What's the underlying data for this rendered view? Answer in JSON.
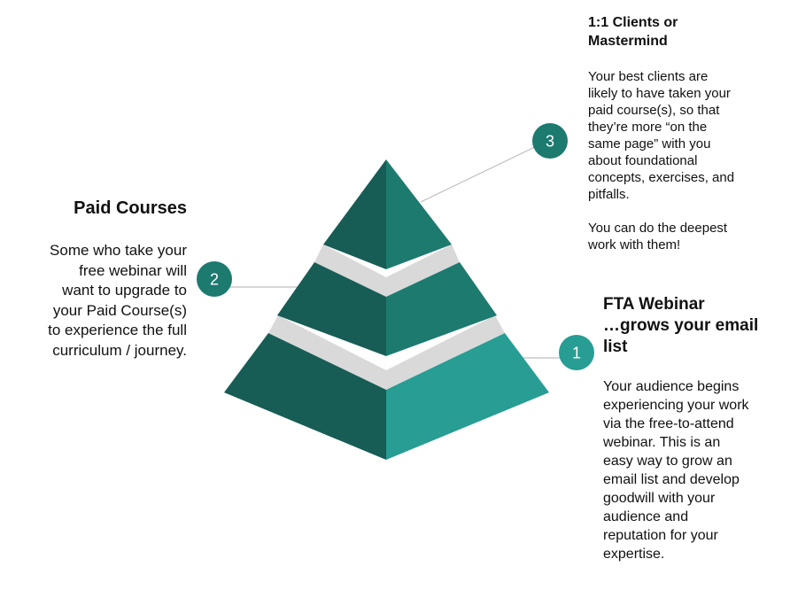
{
  "diagram": {
    "colors": {
      "tier_dark": "#175d55",
      "tier_mid": "#1d7a6f",
      "tier_light": "#279d93",
      "separator": "#d9d9d9",
      "connector": "#bdbdbd",
      "badge": "#1c7a6f"
    },
    "badges": [
      "1",
      "2",
      "3"
    ]
  },
  "tiers": {
    "top": {
      "title": "1:1 Clients or\nMastermind",
      "body": "Your best clients are\nlikely to have taken your\npaid course(s), so that\nthey’re more “on the\nsame page” with you\nabout foundational\nconcepts, exercises, and\npitfalls.\n\nYou can do the deepest\nwork with them!"
    },
    "middle": {
      "title": "Paid Courses",
      "body": "Some who take your\nfree webinar will\nwant to upgrade to\nyour Paid Course(s)\nto experience the full\ncurriculum / journey."
    },
    "bottom": {
      "title": "FTA Webinar\n…grows your email\nlist",
      "body": "Your audience begins\nexperiencing your work\nvia the free-to-attend\nwebinar.  This is an\neasy way to grow an\nemail list and develop\ngoodwill with your\naudience and\nreputation for your\nexpertise."
    }
  }
}
